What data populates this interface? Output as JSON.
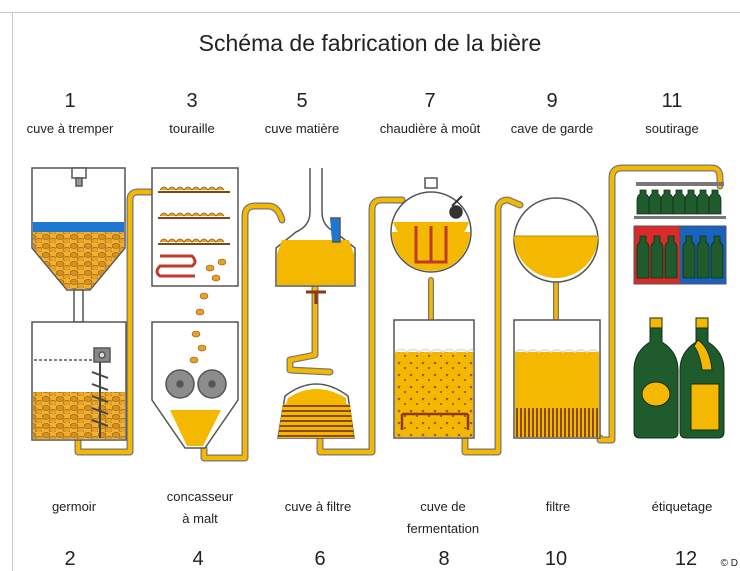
{
  "title": "Schéma de fabrication de la bière",
  "colors": {
    "beer": "#f5b800",
    "grain": "#e8a028",
    "water": "#1e78d2",
    "bottle_green": "#1f5b2c",
    "crate_red": "#d92b2b",
    "crate_blue": "#1a62c0",
    "outline": "#444444"
  },
  "steps_top": [
    {
      "number": "1",
      "label": "cuve à tremper"
    },
    {
      "number": "3",
      "label": "touraille"
    },
    {
      "number": "5",
      "label": "cuve matière"
    },
    {
      "number": "7",
      "label": "chaudière à moût"
    },
    {
      "number": "9",
      "label": "cave de garde"
    },
    {
      "number": "11",
      "label": "soutirage"
    }
  ],
  "steps_bottom": [
    {
      "number": "2",
      "label_line1": "germoir",
      "label_line2": ""
    },
    {
      "number": "4",
      "label_line1": "concasseur",
      "label_line2": "à malt"
    },
    {
      "number": "6",
      "label_line1": "cuve à filtre",
      "label_line2": ""
    },
    {
      "number": "8",
      "label_line1": "cuve de",
      "label_line2": "fermentation"
    },
    {
      "number": "10",
      "label_line1": "filtre",
      "label_line2": ""
    },
    {
      "number": "12",
      "label_line1": "étiquetage",
      "label_line2": ""
    }
  ],
  "copyright": "© D"
}
